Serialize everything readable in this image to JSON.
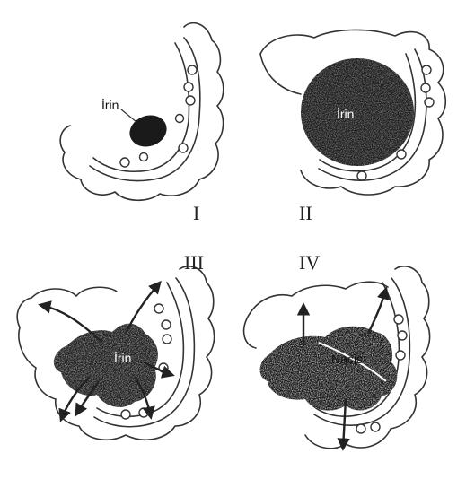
{
  "panels": [
    {
      "numeral": "I",
      "label": "İrin"
    },
    {
      "numeral": "II",
      "label": "İrin"
    },
    {
      "numeral": "III",
      "label": "İrin"
    },
    {
      "numeral": "IV",
      "label": "Nacis"
    }
  ],
  "colors": {
    "ink": "#222222",
    "lesion": "#1a1a1a",
    "background": "#ffffff"
  }
}
